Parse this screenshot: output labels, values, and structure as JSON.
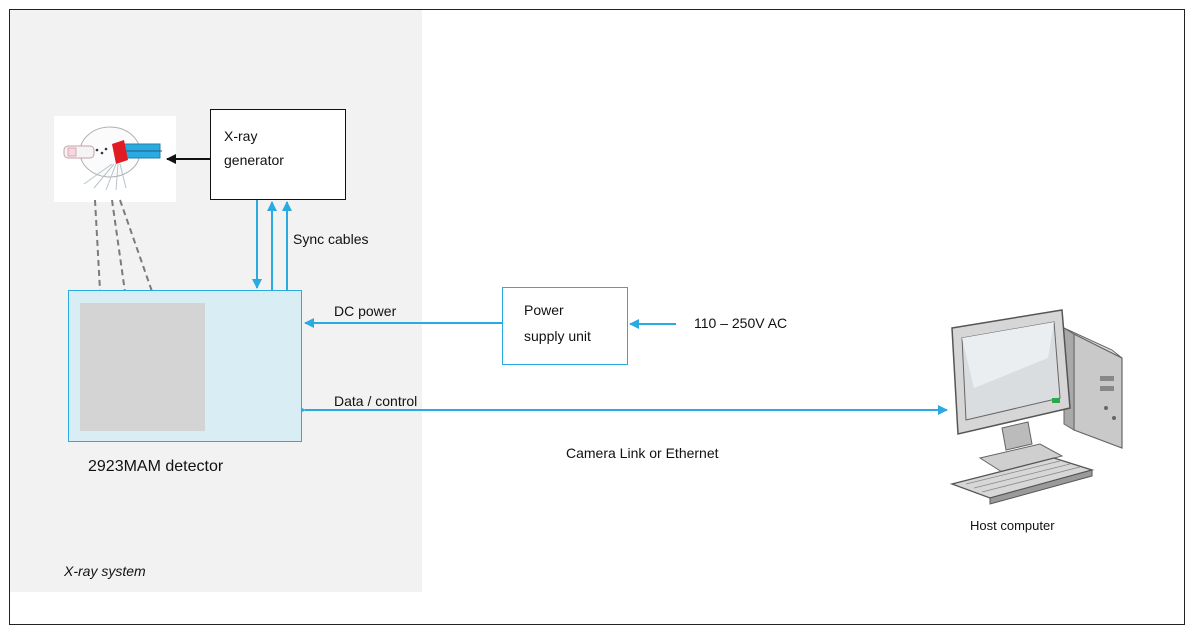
{
  "system_label": "X-ray system",
  "xray_generator": {
    "line1": "X-ray",
    "line2": "generator"
  },
  "sync_label": "Sync cables",
  "detector_label": "2923MAM detector",
  "dc_power_label": "DC  power",
  "psu": {
    "line1": "Power",
    "line2": "supply unit"
  },
  "ac_label": "110 – 250V AC",
  "data_label": "Data / control",
  "link_label": "Camera Link or Ethernet",
  "host_label": "Host computer",
  "colors": {
    "connector": "#29aae1",
    "system_bg": "#f2f2f2",
    "detector_fill": "#d9edf5"
  }
}
